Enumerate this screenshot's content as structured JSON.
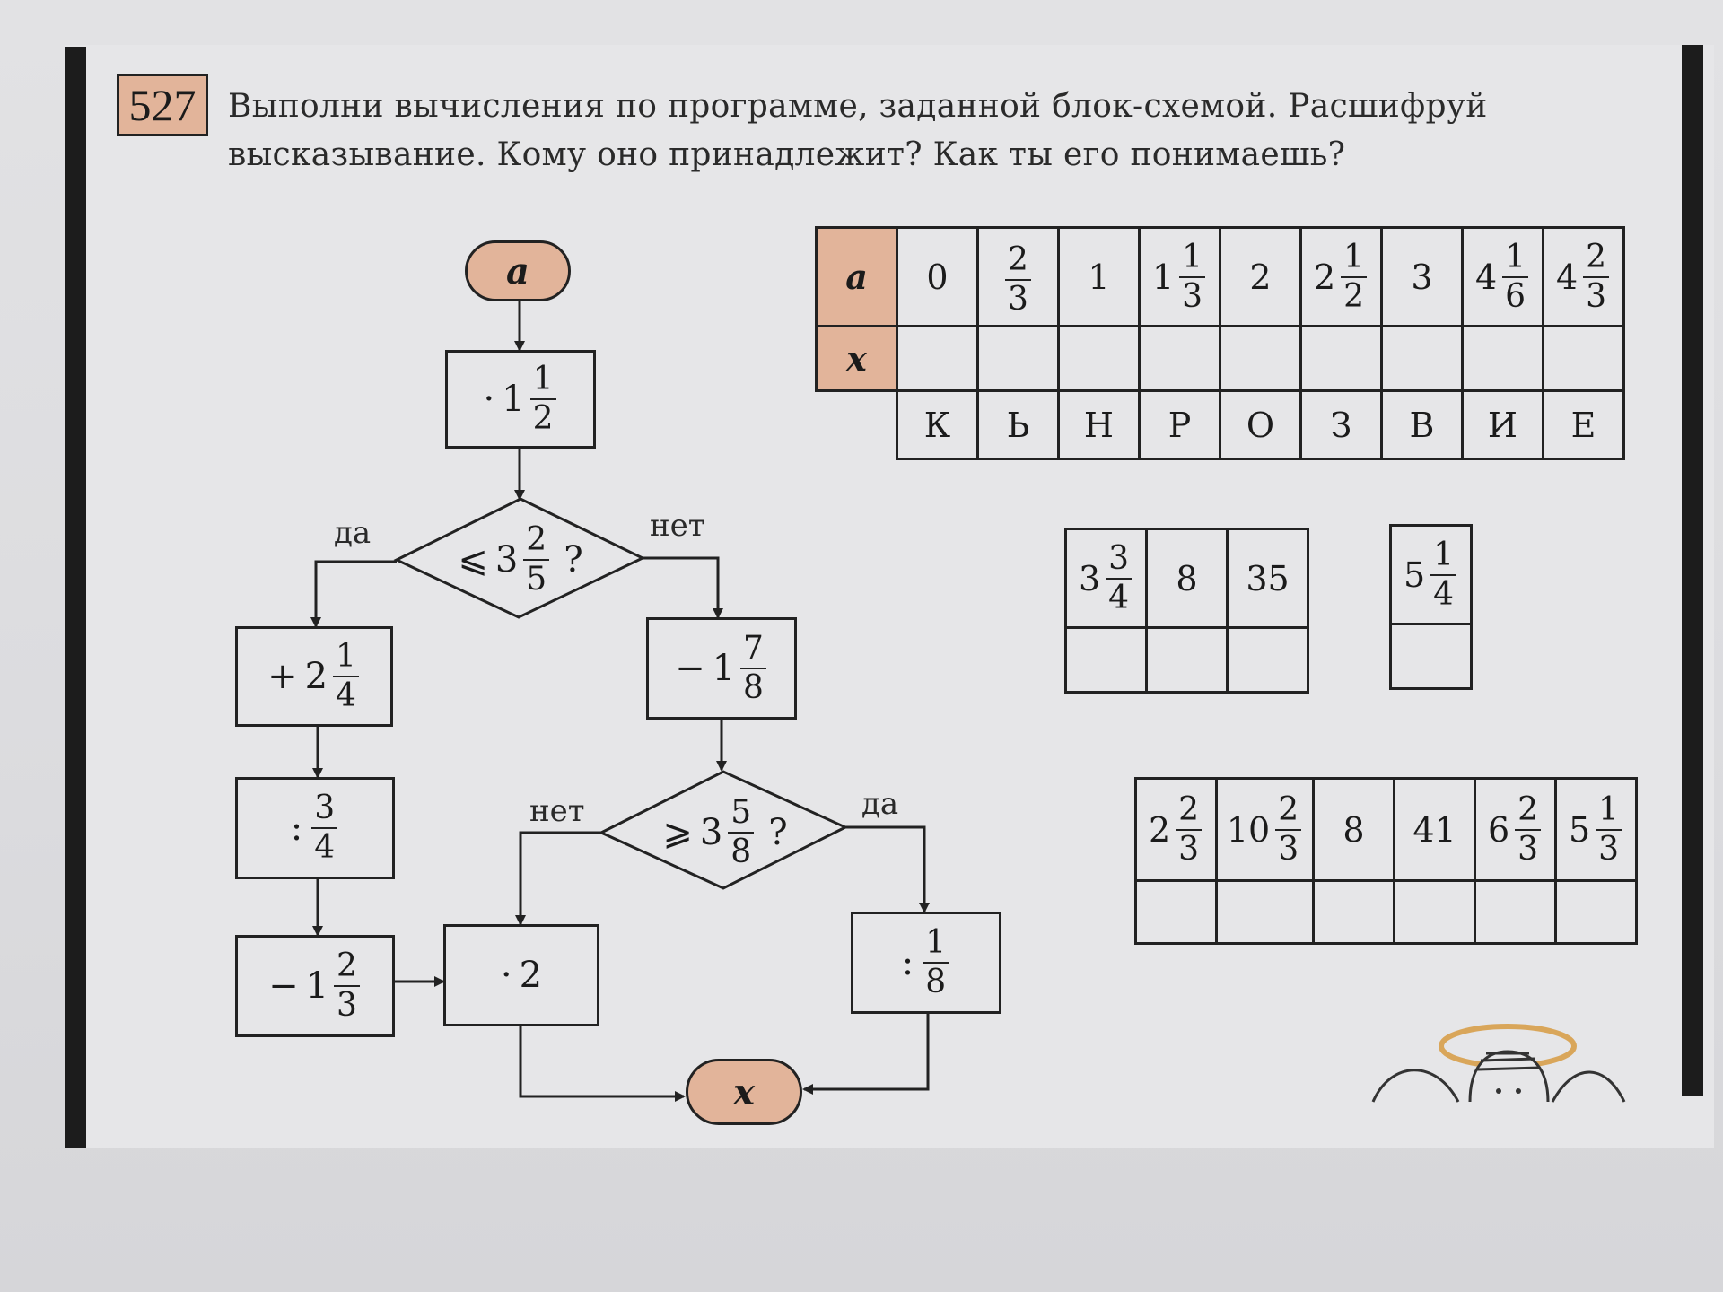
{
  "task": {
    "number": "527",
    "text_line1": "Выполни вычисления по программе, заданной блок-схемой. Расшифруй",
    "text_line2": "высказывание. Кому оно принадлежит? Как ты его понимаешь?"
  },
  "flowchart": {
    "start": "a",
    "end": "x",
    "mult1": {
      "op": "·",
      "whole": "1",
      "num": "1",
      "den": "2"
    },
    "cond1": {
      "op": "⩽",
      "whole": "3",
      "num": "2",
      "den": "5",
      "q": "?"
    },
    "cond1_yes": "да",
    "cond1_no": "нет",
    "add": {
      "op": "+",
      "whole": "2",
      "num": "1",
      "den": "4"
    },
    "div1": {
      "op": ":",
      "num": "3",
      "den": "4"
    },
    "sub2": {
      "op": "−",
      "whole": "1",
      "num": "2",
      "den": "3"
    },
    "sub1": {
      "op": "−",
      "whole": "1",
      "num": "7",
      "den": "8"
    },
    "cond2": {
      "op": "⩾",
      "whole": "3",
      "num": "5",
      "den": "8",
      "q": "?"
    },
    "cond2_no": "нет",
    "cond2_yes": "да",
    "mult2": {
      "op": "·",
      "value": "2"
    },
    "div2": {
      "op": ":",
      "num": "1",
      "den": "8"
    }
  },
  "main_table": {
    "row_a_label": "a",
    "row_x_label": "x",
    "a_values": [
      {
        "whole": "0"
      },
      {
        "num": "2",
        "den": "3"
      },
      {
        "whole": "1"
      },
      {
        "whole": "1",
        "num": "1",
        "den": "3"
      },
      {
        "whole": "2"
      },
      {
        "whole": "2",
        "num": "1",
        "den": "2"
      },
      {
        "whole": "3"
      },
      {
        "whole": "4",
        "num": "1",
        "den": "6"
      },
      {
        "whole": "4",
        "num": "2",
        "den": "3"
      }
    ],
    "letters": [
      "К",
      "Ь",
      "Н",
      "Р",
      "О",
      "З",
      "В",
      "И",
      "Е"
    ]
  },
  "answer_table_1": [
    {
      "whole": "3",
      "num": "3",
      "den": "4"
    },
    {
      "whole": "8"
    },
    {
      "whole": "35"
    }
  ],
  "answer_table_2": [
    {
      "whole": "5",
      "num": "1",
      "den": "4"
    }
  ],
  "answer_table_3": [
    {
      "whole": "2",
      "num": "2",
      "den": "3"
    },
    {
      "whole": "10",
      "num": "2",
      "den": "3"
    },
    {
      "whole": "8"
    },
    {
      "whole": "41"
    },
    {
      "whole": "6",
      "num": "2",
      "den": "3"
    },
    {
      "whole": "5",
      "num": "1",
      "den": "3"
    }
  ]
}
